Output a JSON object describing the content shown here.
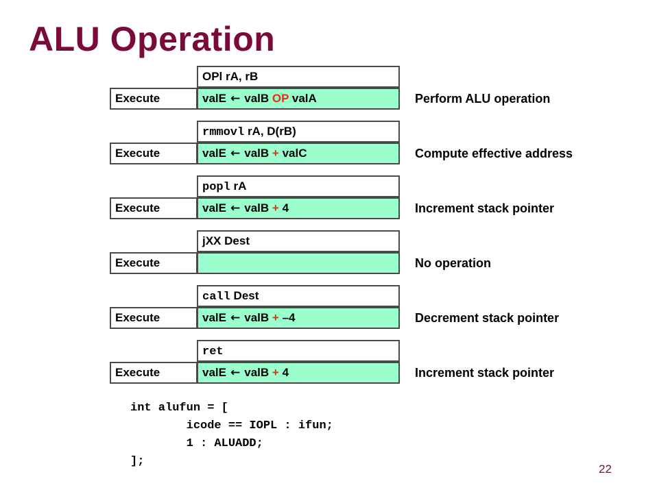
{
  "title": "ALU Operation",
  "stage_label": "Execute",
  "arrow_symbol": "←",
  "rows": [
    {
      "instr_op": "OPl",
      "instr_rest": " rA, rB",
      "lhs": "valE",
      "rhs1": "valB",
      "op": "OP",
      "rhs2": "valA",
      "description": "Perform ALU operation"
    },
    {
      "instr_op": "rmmovl",
      "instr_rest": " rA, D(rB)",
      "lhs": "valE",
      "rhs1": "valB",
      "op": "+",
      "rhs2": "valC",
      "description": "Compute effective address"
    },
    {
      "instr_op": "popl",
      "instr_rest": " rA",
      "lhs": "valE",
      "rhs1": "valB",
      "op": "+",
      "rhs2": "4",
      "description": "Increment stack pointer"
    },
    {
      "instr_op": "jXX",
      "instr_rest": " Dest",
      "lhs": "",
      "rhs1": "",
      "op": "",
      "rhs2": "",
      "description": "No operation"
    },
    {
      "instr_op": "call",
      "instr_rest": " Dest",
      "lhs": "valE",
      "rhs1": "valB",
      "op": "+",
      "rhs2": "–4",
      "description": "Decrement stack pointer"
    },
    {
      "instr_op": "ret",
      "instr_rest": "",
      "lhs": "valE",
      "rhs1": "valB",
      "op": "+",
      "rhs2": "4",
      "description": "Increment stack pointer"
    }
  ],
  "code": {
    "line1": "int alufun = [",
    "line2": "        icode == IOPL : ifun;",
    "line3": "        1 : ALUADD;",
    "line4": "];"
  },
  "page_number": "22"
}
